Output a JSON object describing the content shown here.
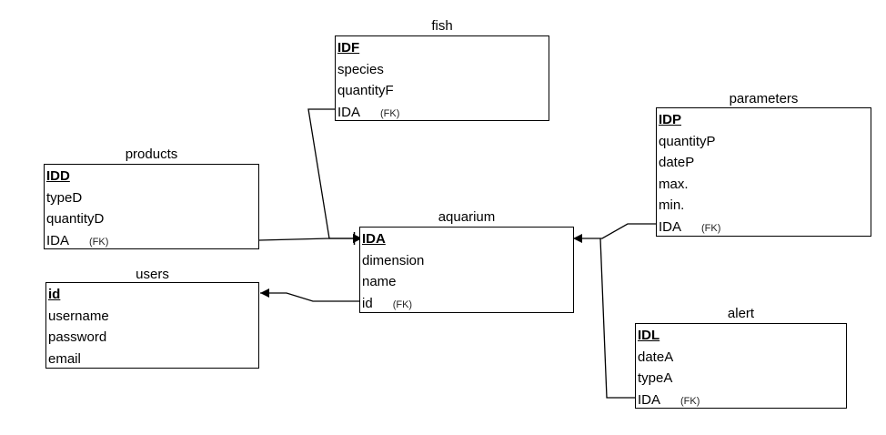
{
  "entities": {
    "fish": {
      "title": "fish",
      "pk": "IDF",
      "fields": [
        "species",
        "quantityF"
      ],
      "fk": "IDA",
      "fk_tag": "(FK)"
    },
    "products": {
      "title": "products",
      "pk": "IDD",
      "fields": [
        "typeD",
        "quantityD"
      ],
      "fk": "IDA",
      "fk_tag": "(FK)"
    },
    "aquarium": {
      "title": "aquarium",
      "pk": "IDA",
      "fields": [
        "dimension",
        "name"
      ],
      "fk": "id",
      "fk_tag": "(FK)"
    },
    "users": {
      "title": "users",
      "pk": "id",
      "fields": [
        "username",
        "password",
        "email"
      ]
    },
    "parameters": {
      "title": "parameters",
      "pk": "IDP",
      "fields": [
        "quantityP",
        "dateP",
        "max.",
        "min."
      ],
      "fk": "IDA",
      "fk_tag": "(FK)"
    },
    "alert": {
      "title": "alert",
      "pk": "IDL",
      "fields": [
        "dateA",
        "typeA"
      ],
      "fk": "IDA",
      "fk_tag": "(FK)"
    }
  },
  "relationships": [
    {
      "from": "fish",
      "to": "aquarium"
    },
    {
      "from": "products",
      "to": "aquarium"
    },
    {
      "from": "aquarium",
      "to": "users"
    },
    {
      "from": "parameters",
      "to": "aquarium"
    },
    {
      "from": "alert",
      "to": "aquarium"
    }
  ],
  "colors": {
    "line": "#000000",
    "background": "#ffffff"
  }
}
